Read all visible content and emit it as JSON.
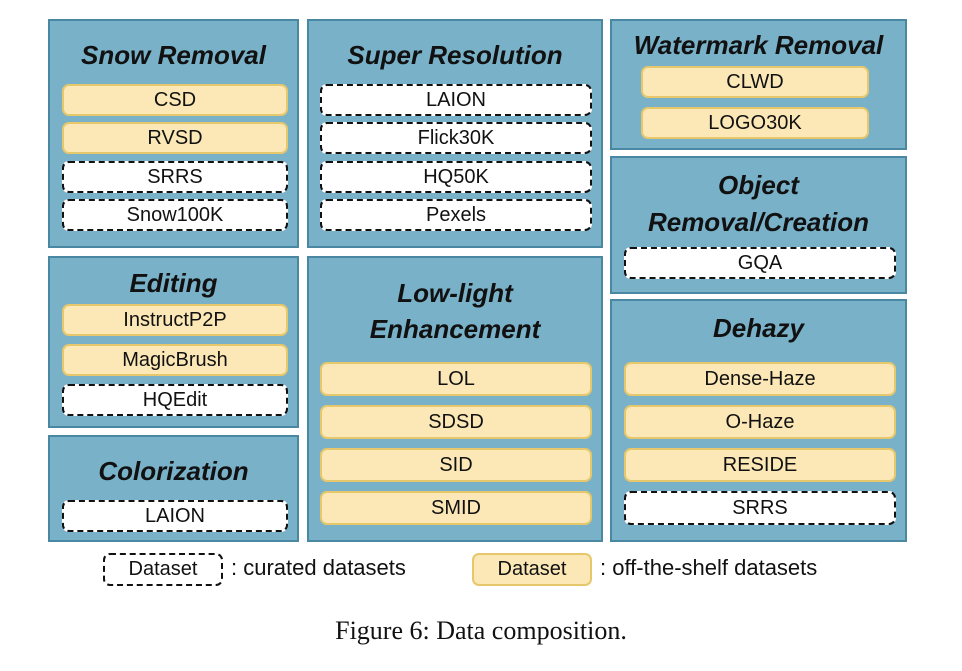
{
  "panels": {
    "snow_removal": {
      "title": "Snow Removal",
      "items": [
        "CSD",
        "RVSD",
        "SRRS",
        "Snow100K"
      ]
    },
    "super_resolution": {
      "title": "Super Resolution",
      "items": [
        "LAION",
        "Flick30K",
        "HQ50K",
        "Pexels"
      ]
    },
    "watermark_removal": {
      "title": "Watermark Removal",
      "items": [
        "CLWD",
        "LOGO30K"
      ]
    },
    "object_removal": {
      "title_line1": "Object",
      "title_line2": "Removal/Creation",
      "items": [
        "GQA"
      ]
    },
    "editing": {
      "title": "Editing",
      "items": [
        "InstructP2P",
        "MagicBrush",
        "HQEdit"
      ]
    },
    "low_light": {
      "title_line1": "Low-light",
      "title_line2": "Enhancement",
      "items": [
        "LOL",
        "SDSD",
        "SID",
        "SMID"
      ]
    },
    "dehazy": {
      "title": "Dehazy",
      "items": [
        "Dense-Haze",
        "O-Haze",
        "RESIDE",
        "SRRS"
      ]
    },
    "colorization": {
      "title": "Colorization",
      "items": [
        "LAION"
      ]
    }
  },
  "legend": {
    "curated_box": "Dataset",
    "curated_label": ": curated datasets",
    "offshelf_box": "Dataset",
    "offshelf_label": ": off-the-shelf datasets"
  },
  "caption": "Figure 6: Data composition."
}
